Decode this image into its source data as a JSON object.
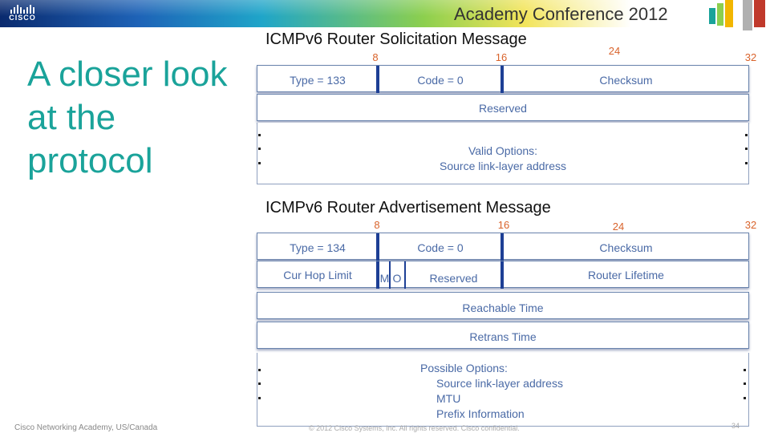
{
  "header": {
    "logo_text": "CISCO",
    "conference_title": "Academy Conference 2012"
  },
  "slide": {
    "title_lines": [
      "A closer look",
      "at the",
      "protocol"
    ]
  },
  "solicitation": {
    "title": "ICMPv6 Router Solicitation Message",
    "bit_labels": [
      "8",
      "16",
      "24",
      "32"
    ],
    "row1": {
      "type": "Type = 133",
      "code": "Code = 0",
      "checksum": "Checksum"
    },
    "row2": {
      "reserved": "Reserved"
    },
    "options": {
      "line1": "Valid Options:",
      "line2": "Source link-layer address"
    }
  },
  "advertisement": {
    "title": "ICMPv6 Router Advertisement Message",
    "bit_labels": [
      "8",
      "16",
      "24",
      "32"
    ],
    "row1": {
      "type": "Type = 134",
      "code": "Code = 0",
      "checksum": "Checksum"
    },
    "row2": {
      "hop_limit": "Cur Hop Limit",
      "m": "M",
      "o": "O",
      "reserved": "Reserved",
      "lifetime": "Router Lifetime"
    },
    "row3": {
      "reachable": "Reachable Time"
    },
    "row4": {
      "retrans": "Retrans Time"
    },
    "options": {
      "line1": "Possible Options:",
      "line2": "Source link-layer address",
      "line3": "MTU",
      "line4": "Prefix Information"
    }
  },
  "footer": {
    "left": "Cisco Networking Academy, US/Canada",
    "copyright": "© 2012 Cisco Systems, Inc. All rights reserved. Cisco confidential.",
    "page": "34"
  }
}
